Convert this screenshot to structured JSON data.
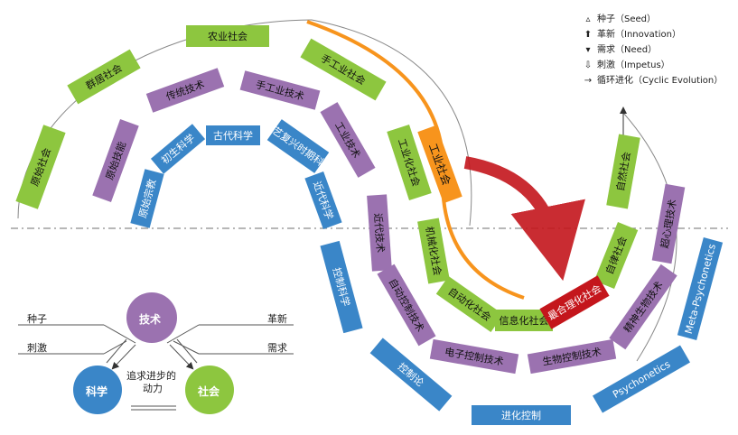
{
  "legend": [
    {
      "icon": "seed-icon",
      "label": "种子（Seed）"
    },
    {
      "icon": "innovation-icon",
      "label": "革新（Innovation）"
    },
    {
      "icon": "need-icon",
      "label": "需求（Need）"
    },
    {
      "icon": "impetus-icon",
      "label": "刺激（Impetus）"
    },
    {
      "icon": "cycle-icon",
      "label": "循环进化（Cyclic Evolution）"
    }
  ],
  "society_ring": [
    "原始社会",
    "群居社会",
    "农业社会",
    "手工业社会",
    "工业化社会",
    "机械化社会",
    "自动化社会",
    "信息化社会",
    "自律社会",
    "自然社会"
  ],
  "industrial_society": "工业社会",
  "optimization_society": "最合理化社会",
  "technology_ring": [
    "原始技能",
    "传统技术",
    "手工业技术",
    "工业技术",
    "近代技术",
    "自动控制技术",
    "电子控制技术",
    "生物控制技术",
    "精神生物技术",
    "超心理技术"
  ],
  "science_ring": [
    "原始宗教",
    "初生科学",
    "古代科学",
    "文艺复兴时期科学",
    "近代科学",
    "控制科学",
    "控制论",
    "进化控制",
    "Psychonetics",
    "Meta-Psychonetics"
  ],
  "bottom_diagram": {
    "technology": "技术",
    "science": "科学",
    "society": "社会",
    "seed": "种子",
    "impetus": "刺激",
    "innovation": "革新",
    "need": "需求",
    "driving_force_line1": "追求进步的",
    "driving_force_line2": "动力"
  },
  "colors": {
    "society": "#8dc63f",
    "technology": "#9b72b0",
    "science": "#3a86c8",
    "industrial": "#f7941d",
    "optimization": "#c4161c",
    "technology_circle": "#9b72b0",
    "science_circle": "#3a86c8",
    "society_circle": "#8dc63f"
  }
}
